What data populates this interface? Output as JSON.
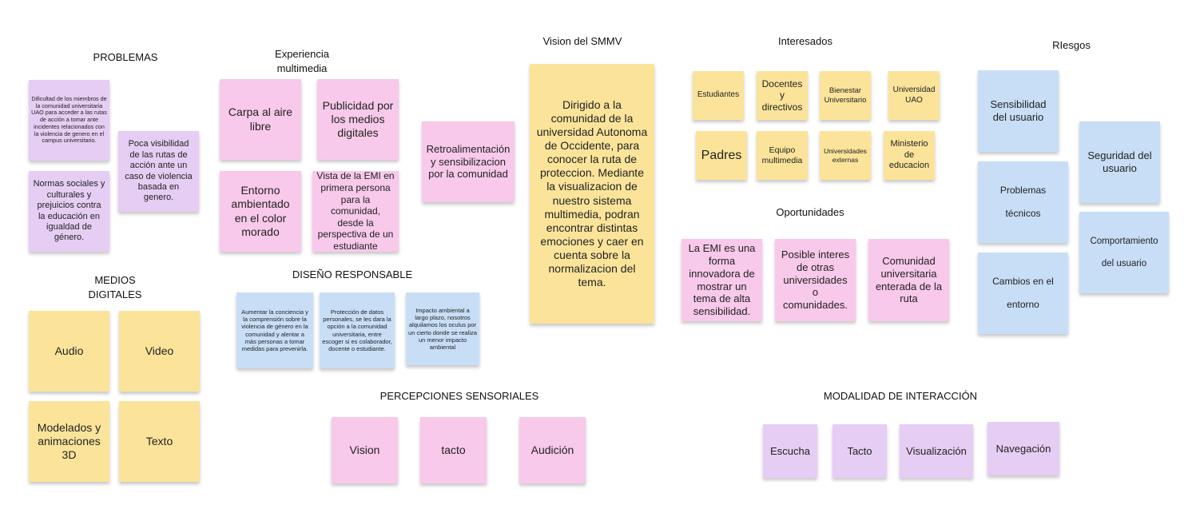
{
  "colors": {
    "yellow": "#fbe49a",
    "pink": "#f8c9ea",
    "lilac": "#e6cdf4",
    "blue": "#c8def7"
  },
  "titles": {
    "problemas": "PROBLEMAS",
    "experiencia": "Experiencia\nmultimedia",
    "vision": "Vision del SMMV",
    "interesados": "Interesados",
    "riesgos": "RIesgos",
    "oportunidades": "Oportunidades",
    "medios": "MEDIOS\nDIGITALES",
    "diseno": "DISEÑO RESPONSABLE",
    "percepciones": "PERCEPCIONES SENSORIALES",
    "modalidad": "MODALIDAD DE INTERACCIÓN"
  },
  "problemas": [
    "Dificultad de los miembros de la comunidad universitaria UAO para acceder a las rutas de acción a tomar ante incidentes relacionados con la violencia de genero en el campus universitario.",
    "Poca visibilidad de las rutas de acción ante un caso de violencia basada en genero.",
    "Normas sociales y culturales y prejuicios contra la educación en igualdad de género."
  ],
  "experiencia": [
    "Carpa al aire libre",
    "Publicidad por los medios digitales",
    "Entorno ambientado en el color morado",
    "Vista de la EMI en primera persona para la comunidad, desde la perspectiva de un estudiante",
    "Retroalimentación y sensibilizacion por la comunidad"
  ],
  "vision": "Dirigido a la comunidad de la universidad Autonoma de Occidente, para conocer la ruta de proteccion. Mediante la visualizacion de nuestro sistema multimedia, podran encontrar distintas emociones y caer en cuenta sobre la normalizacion del tema.",
  "interesados": [
    "Estudiantes",
    "Docentes\ny\ndirectivos",
    "Bienestar Universitario",
    "Universidad UAO",
    "Padres",
    "Equipo multimedia",
    "Universidades externas",
    "Ministerio de educacion"
  ],
  "oportunidades": [
    "La EMI es una forma innovadora de mostrar un tema de alta sensibilidad.",
    "Posible interes de otras universidades o comunidades.",
    "Comunidad universitaria enterada de la ruta"
  ],
  "riesgos": [
    "Sensibilidad del usuario",
    "Seguridad del usuario",
    "Problemas\n\ntécnicos",
    "Comportamiento\n\ndel usuario",
    "Cambios en el\n\nentorno"
  ],
  "medios": [
    "Audio",
    "Video",
    "Modelados y animaciones 3D",
    "Texto"
  ],
  "diseno": [
    "Aumentar la conciencia y la comprensión sobre la violencia de género en la comunidad y alentar a más personas a tomar medidas para prevenirla.",
    "Protección de datos personales, se les dara la opción a la comunidad universitaria, entre escoger si es colaborador, docente o estudiante.",
    "Impacto ambiental a largo plazo, nosotros alquilamos los oculus por un cierto donde se realiza un menor impacto ambiental"
  ],
  "percepciones": [
    "Vision",
    "tacto",
    "Audición"
  ],
  "modalidad": [
    "Escucha",
    "Tacto",
    "Visualización",
    "Navegación"
  ]
}
